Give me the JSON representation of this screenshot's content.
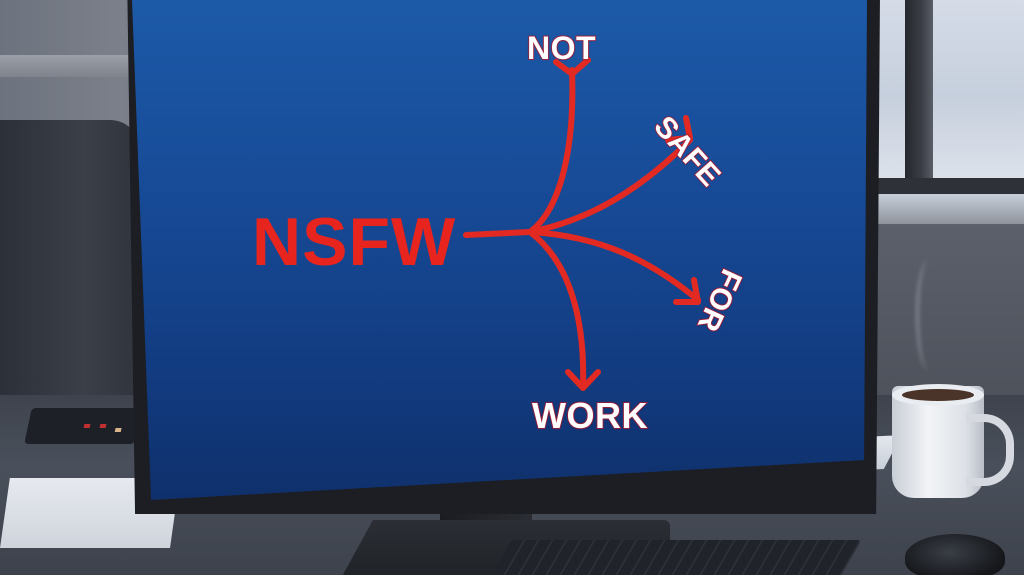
{
  "scene": {
    "description": "Desktop monitor on an office desk showing the acronym NSFW expanded with arrows",
    "screen_background": "#174a96",
    "accent_red": "#e8241e",
    "label_fill": "#ffffff",
    "label_outline": "#b8203a"
  },
  "screen": {
    "acronym": "NSFW",
    "branches": [
      {
        "word": "NOT",
        "direction": "up"
      },
      {
        "word": "SAFE",
        "direction": "upper-right"
      },
      {
        "word": "FOR",
        "direction": "lower-right"
      },
      {
        "word": "WORK",
        "direction": "down"
      }
    ]
  },
  "objects": {
    "items": [
      "monitor",
      "keyboard",
      "mouse",
      "coffee-mug",
      "papers",
      "office-chair",
      "window"
    ]
  }
}
